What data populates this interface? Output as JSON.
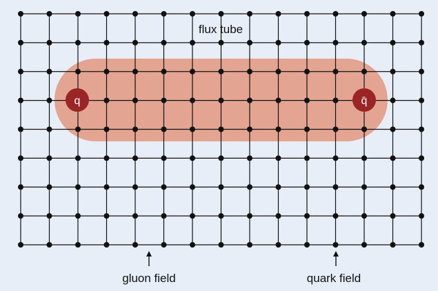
{
  "diagram": {
    "labels": {
      "flux_tube": "flux tube",
      "gluon_field": "gluon field",
      "quark_field": "quark field"
    },
    "particles": {
      "quark": "q",
      "antiquark": "q̄"
    },
    "lattice": {
      "columns": 15,
      "rows": 9
    },
    "colors": {
      "background": "#e8eef8",
      "flux_tube": "#e3a591",
      "particle": "#9b2424",
      "lattice": "#111111"
    }
  }
}
